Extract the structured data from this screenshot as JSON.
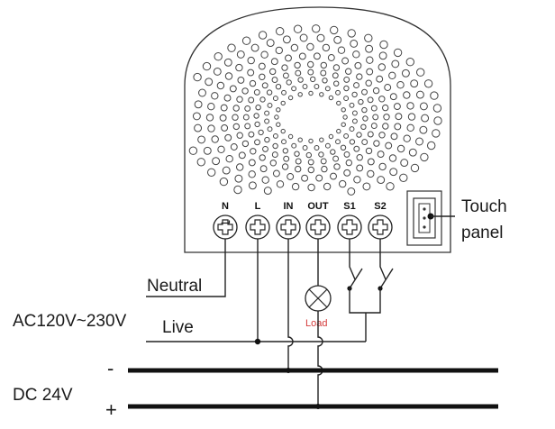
{
  "terminals": [
    {
      "label": "N"
    },
    {
      "label": "L"
    },
    {
      "label": "IN"
    },
    {
      "label": "OUT"
    },
    {
      "label": "S1"
    },
    {
      "label": "S2"
    }
  ],
  "touch_panel_line1": "Touch",
  "touch_panel_line2": "panel",
  "neutral_label": "Neutral",
  "live_label": "Live",
  "ac_label": "AC120V~230V",
  "dc_label": "DC 24V",
  "minus_label": "-",
  "plus_label": "+",
  "load_label": "Load",
  "colors": {
    "line": "#222222",
    "load_text": "#d43a3a"
  }
}
